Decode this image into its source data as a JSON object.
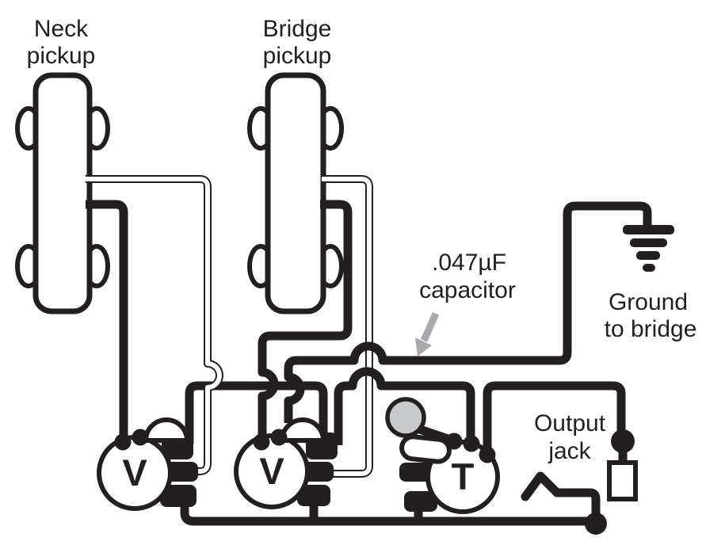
{
  "labels": {
    "neck_pickup": {
      "line1": "Neck",
      "line2": "pickup"
    },
    "bridge_pickup": {
      "line1": "Bridge",
      "line2": "pickup"
    },
    "capacitor": {
      "line1": ".047µF",
      "line2": "capacitor"
    },
    "ground": {
      "line1": "Ground",
      "line2": "to bridge"
    },
    "output_jack": {
      "line1": "Output",
      "line2": "jack"
    }
  },
  "pots": {
    "neck_volume": "V",
    "bridge_volume": "V",
    "tone": "T"
  },
  "colors": {
    "line": "#231f20",
    "capbody": "#c8c9cb",
    "arrow": "#a7a9ac",
    "bg": "#ffffff"
  }
}
